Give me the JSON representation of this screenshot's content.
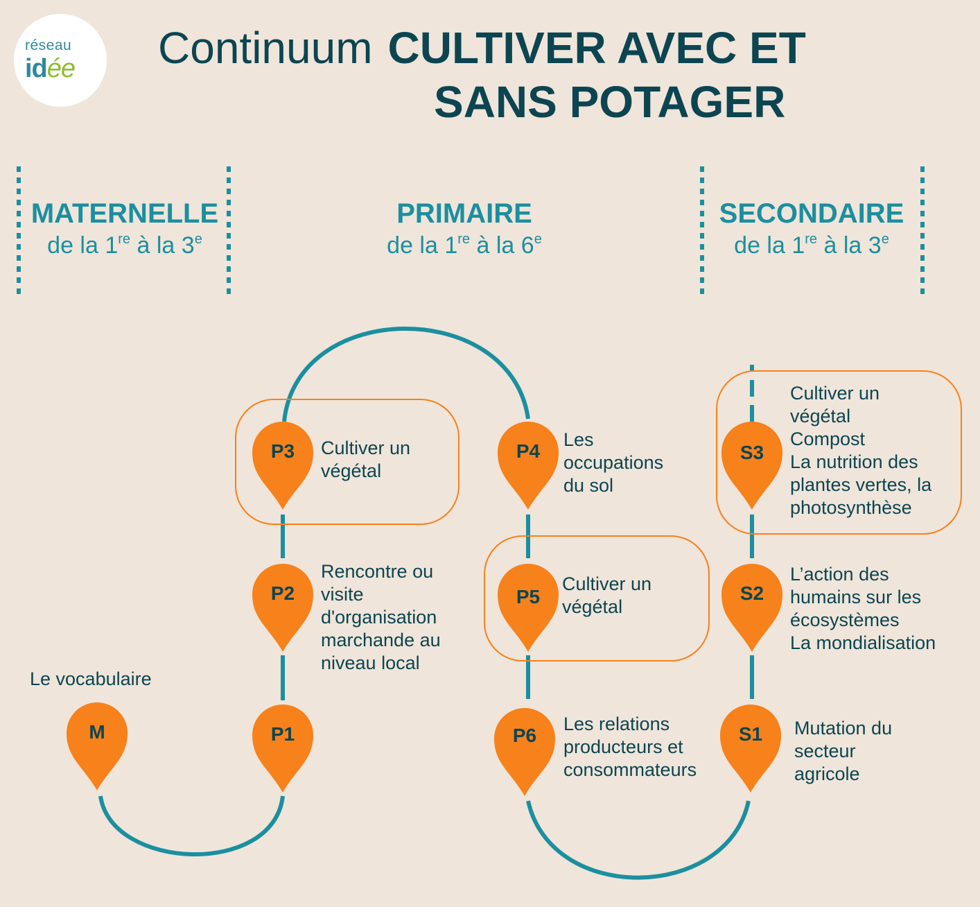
{
  "logo": {
    "top": "réseau",
    "bottom_start": "id",
    "bottom_end": "ée"
  },
  "title": {
    "light": "Continuum",
    "bold_line1": "CULTIVER AVEC ET",
    "bold_line2": "SANS POTAGER"
  },
  "columns": [
    {
      "name": "MATERNELLE",
      "range_a": "de la 1",
      "sup_a": "re",
      "range_b": " à la 3",
      "sup_b": "e"
    },
    {
      "name": "PRIMAIRE",
      "range_a": "de la 1",
      "sup_a": "re",
      "range_b": " à la 6",
      "sup_b": "e"
    },
    {
      "name": "SECONDAIRE",
      "range_a": "de la 1",
      "sup_a": "re",
      "range_b": " à la 3",
      "sup_b": "e"
    }
  ],
  "steps": {
    "M": {
      "code": "M",
      "lines": [
        "Le vocabulaire"
      ]
    },
    "P1": {
      "code": "P1",
      "lines": []
    },
    "P2": {
      "code": "P2",
      "lines": [
        "Rencontre ou",
        "visite",
        "d'organisation",
        "marchande au",
        "niveau local"
      ]
    },
    "P3": {
      "code": "P3",
      "lines": [
        "Cultiver un",
        "végétal"
      ]
    },
    "P4": {
      "code": "P4",
      "lines": [
        "Les",
        "occupations",
        "du sol"
      ]
    },
    "P5": {
      "code": "P5",
      "lines": [
        "Cultiver un",
        "végétal"
      ]
    },
    "P6": {
      "code": "P6",
      "lines": [
        "Les relations",
        "producteurs et",
        "consommateurs"
      ]
    },
    "S1": {
      "code": "S1",
      "lines": [
        "Mutation du",
        "secteur",
        "agricole"
      ]
    },
    "S2": {
      "code": "S2",
      "lines": [
        "L’action des",
        "humains sur les",
        "écosystèmes",
        "La mondialisation"
      ]
    },
    "S3": {
      "code": "S3",
      "lines": [
        "Cultiver un",
        "végétal",
        "Compost",
        "La nutrition des",
        "plantes vertes, la",
        "photosynthèse"
      ]
    }
  },
  "colors": {
    "path": "#1b8fa0",
    "pin": "#f7811b",
    "highlight_border": "#f7811b",
    "dark_text": "#0c4551",
    "background": "#efe5da"
  }
}
